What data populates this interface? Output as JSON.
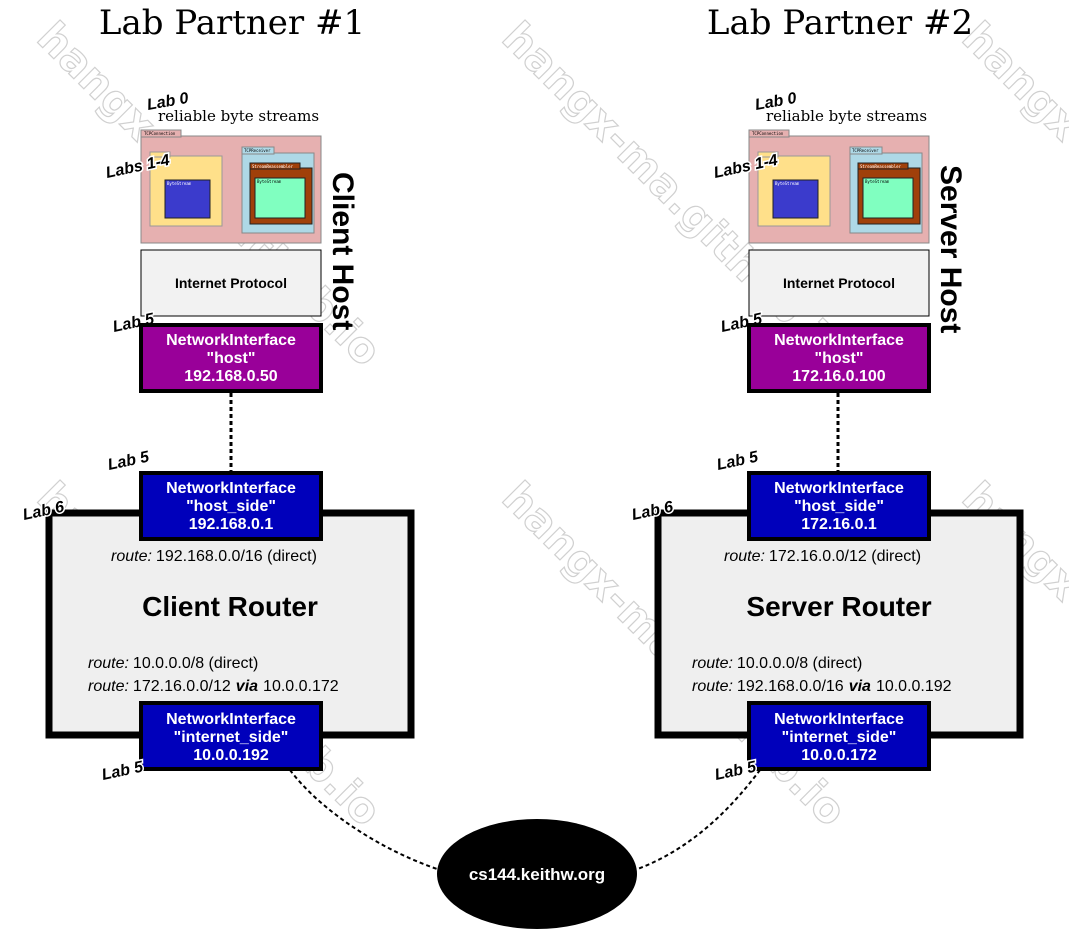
{
  "partners": [
    {
      "title": "Lab Partner #1",
      "lab0_label": "Lab 0",
      "lab0_caption": "reliable byte streams",
      "labs14_label": "Labs 1-4",
      "tcp_box_labels": [
        "TCPConnection",
        "TCPReceiver",
        "StreamReassembler",
        "ByteStream",
        "ByteStream"
      ],
      "ip_label": "Internet Protocol",
      "host_label": "Client Host",
      "host_ni": {
        "lab": "Lab 5",
        "line1": "NetworkInterface",
        "line2": "\"host\"",
        "line3": "192.168.0.50"
      },
      "router": {
        "lab6_label": "Lab 6",
        "title": "Client Router",
        "host_side_ni": {
          "lab": "Lab 5",
          "line1": "NetworkInterface",
          "line2": "\"host_side\"",
          "line3": "192.168.0.1"
        },
        "route_top": {
          "prefix": "route:",
          "text": "192.168.0.0/16 (direct)"
        },
        "route_1": {
          "prefix": "route:",
          "text": "10.0.0.0/8 (direct)"
        },
        "route_2": {
          "prefix": "route:",
          "pre": "172.16.0.0/12",
          "via": "via",
          "post": "10.0.0.172"
        },
        "internet_side_ni": {
          "lab": "Lab 5",
          "line1": "NetworkInterface",
          "line2": "\"internet_side\"",
          "line3": "10.0.0.192"
        }
      }
    },
    {
      "title": "Lab Partner #2",
      "lab0_label": "Lab 0",
      "lab0_caption": "reliable byte streams",
      "labs14_label": "Labs 1-4",
      "tcp_box_labels": [
        "TCPConnection",
        "TCPReceiver",
        "StreamReassembler",
        "ByteStream",
        "ByteStream"
      ],
      "ip_label": "Internet Protocol",
      "host_label": "Server Host",
      "host_ni": {
        "lab": "Lab 5",
        "line1": "NetworkInterface",
        "line2": "\"host\"",
        "line3": "172.16.0.100"
      },
      "router": {
        "lab6_label": "Lab 6",
        "title": "Server Router",
        "host_side_ni": {
          "lab": "Lab 5",
          "line1": "NetworkInterface",
          "line2": "\"host_side\"",
          "line3": "172.16.0.1"
        },
        "route_top": {
          "prefix": "route:",
          "text": "172.16.0.0/12 (direct)"
        },
        "route_1": {
          "prefix": "route:",
          "text": "10.0.0.0/8 (direct)"
        },
        "route_2": {
          "prefix": "route:",
          "pre": "192.168.0.0/16",
          "via": "via",
          "post": "10.0.0.192"
        },
        "internet_side_ni": {
          "lab": "Lab 5",
          "line1": "NetworkInterface",
          "line2": "\"internet_side\"",
          "line3": "10.0.0.172"
        }
      }
    }
  ],
  "cloud_label": "cs144.keithw.org",
  "watermark": "hangx-ma.github.io",
  "colors": {
    "host_ni": "#990099",
    "router_ni": "#0000bb",
    "tcp_bg": "#e6b0b0",
    "sender_bg": "#ffe08a",
    "sender_inner": "#3b3bcc",
    "receiver_bg": "#aed8e6",
    "reassembler_bg": "#a0400a",
    "bytestream_bg": "#80ffc0",
    "router_bg": "#efefef",
    "cloud": "#000000"
  }
}
